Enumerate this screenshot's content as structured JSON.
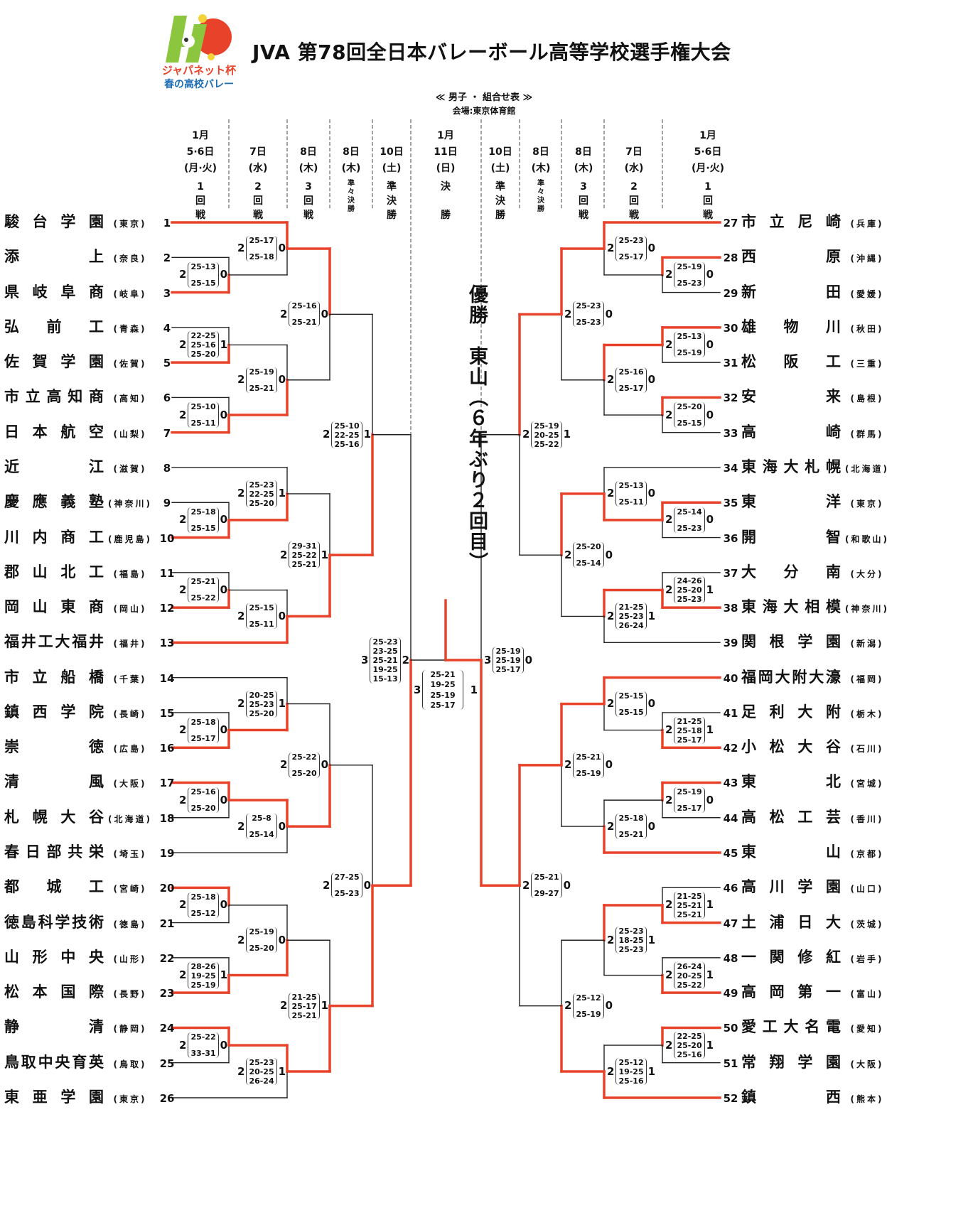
{
  "header": {
    "logo_text_1": "ジャパネット杯",
    "logo_text_2": "春の高校バレー",
    "title": "JVA 第78回全日本バレーボール高等学校選手権大会",
    "section": "≪ 男子 ・ 組合せ表 ≫",
    "venue": "会場:東京体育館"
  },
  "colors": {
    "winner_line": "#e8432a",
    "loser_line": "#222222",
    "logo_green": "#8cc63f",
    "logo_red": "#e8432a"
  },
  "columns": [
    {
      "month": "1月",
      "date": "5·6日",
      "dow": "(月·火)",
      "round": "1回戦"
    },
    {
      "month": "",
      "date": "7日",
      "dow": "(水)",
      "round": "2回戦"
    },
    {
      "month": "",
      "date": "8日",
      "dow": "(木)",
      "round": "3回戦"
    },
    {
      "month": "",
      "date": "8日",
      "dow": "(木)",
      "round": "準々決勝"
    },
    {
      "month": "",
      "date": "10日",
      "dow": "(土)",
      "round": "準決勝"
    },
    {
      "month": "1月",
      "date": "11日",
      "dow": "(日)",
      "round": "決勝"
    },
    {
      "month": "",
      "date": "10日",
      "dow": "(土)",
      "round": "準決勝"
    },
    {
      "month": "",
      "date": "8日",
      "dow": "(木)",
      "round": "準々決勝"
    },
    {
      "month": "",
      "date": "8日",
      "dow": "(木)",
      "round": "3回戦"
    },
    {
      "month": "",
      "date": "7日",
      "dow": "(水)",
      "round": "2回戦"
    },
    {
      "month": "1月",
      "date": "5·6日",
      "dow": "(月·火)",
      "round": "1回戦"
    }
  ],
  "champion": "優勝　東山（６年ぶり２回目）",
  "teams": [
    {
      "no": 1,
      "name": "駿台学園",
      "pref": "東京"
    },
    {
      "no": 2,
      "name": "添　　上",
      "pref": "奈良"
    },
    {
      "no": 3,
      "name": "県岐阜商",
      "pref": "岐阜"
    },
    {
      "no": 4,
      "name": "弘　前　工",
      "pref": "青森"
    },
    {
      "no": 5,
      "name": "佐賀学園",
      "pref": "佐賀"
    },
    {
      "no": 6,
      "name": "市立高知商",
      "pref": "高知"
    },
    {
      "no": 7,
      "name": "日本航空",
      "pref": "山梨"
    },
    {
      "no": 8,
      "name": "近　　江",
      "pref": "滋賀"
    },
    {
      "no": 9,
      "name": "慶應義塾",
      "pref": "神奈川"
    },
    {
      "no": 10,
      "name": "川内商工",
      "pref": "鹿児島"
    },
    {
      "no": 11,
      "name": "郡山北工",
      "pref": "福島"
    },
    {
      "no": 12,
      "name": "岡山東商",
      "pref": "岡山"
    },
    {
      "no": 13,
      "name": "福井工大福井",
      "pref": "福井"
    },
    {
      "no": 14,
      "name": "市立船橋",
      "pref": "千葉"
    },
    {
      "no": 15,
      "name": "鎮西学院",
      "pref": "長崎"
    },
    {
      "no": 16,
      "name": "崇　　徳",
      "pref": "広島"
    },
    {
      "no": 17,
      "name": "清　　風",
      "pref": "大阪"
    },
    {
      "no": 18,
      "name": "札幌大谷",
      "pref": "北海道"
    },
    {
      "no": 19,
      "name": "春日部共栄",
      "pref": "埼玉"
    },
    {
      "no": 20,
      "name": "都　城　工",
      "pref": "宮崎"
    },
    {
      "no": 21,
      "name": "徳島科学技術",
      "pref": "徳島"
    },
    {
      "no": 22,
      "name": "山形中央",
      "pref": "山形"
    },
    {
      "no": 23,
      "name": "松本国際",
      "pref": "長野"
    },
    {
      "no": 24,
      "name": "静　　清",
      "pref": "静岡"
    },
    {
      "no": 25,
      "name": "鳥取中央育英",
      "pref": "鳥取"
    },
    {
      "no": 26,
      "name": "東亜学園",
      "pref": "東京"
    },
    {
      "no": 27,
      "name": "市立尼崎",
      "pref": "兵庫"
    },
    {
      "no": 28,
      "name": "西　　原",
      "pref": "沖縄"
    },
    {
      "no": 29,
      "name": "新　　田",
      "pref": "愛媛"
    },
    {
      "no": 30,
      "name": "雄　物　川",
      "pref": "秋田"
    },
    {
      "no": 31,
      "name": "松　阪　工",
      "pref": "三重"
    },
    {
      "no": 32,
      "name": "安　　来",
      "pref": "島根"
    },
    {
      "no": 33,
      "name": "高　　崎",
      "pref": "群馬"
    },
    {
      "no": 34,
      "name": "東海大札幌",
      "pref": "北海道"
    },
    {
      "no": 35,
      "name": "東　　洋",
      "pref": "東京"
    },
    {
      "no": 36,
      "name": "開　　智",
      "pref": "和歌山"
    },
    {
      "no": 37,
      "name": "大　分　南",
      "pref": "大分"
    },
    {
      "no": 38,
      "name": "東海大相模",
      "pref": "神奈川"
    },
    {
      "no": 39,
      "name": "関根学園",
      "pref": "新潟"
    },
    {
      "no": 40,
      "name": "福岡大附大濠",
      "pref": "福岡"
    },
    {
      "no": 41,
      "name": "足利大附",
      "pref": "栃木"
    },
    {
      "no": 42,
      "name": "小松大谷",
      "pref": "石川"
    },
    {
      "no": 43,
      "name": "東　　北",
      "pref": "宮城"
    },
    {
      "no": 44,
      "name": "高松工芸",
      "pref": "香川"
    },
    {
      "no": 45,
      "name": "東　　山",
      "pref": "京都"
    },
    {
      "no": 46,
      "name": "高川学園",
      "pref": "山口"
    },
    {
      "no": 47,
      "name": "土浦日大",
      "pref": "茨城"
    },
    {
      "no": 48,
      "name": "一関修紅",
      "pref": "岩手"
    },
    {
      "no": 49,
      "name": "高岡第一",
      "pref": "富山"
    },
    {
      "no": 50,
      "name": "愛工大名電",
      "pref": "愛知"
    },
    {
      "no": 51,
      "name": "常翔学園",
      "pref": "大阪"
    },
    {
      "no": 52,
      "name": "鎮　　西",
      "pref": "熊本"
    }
  ],
  "matches": [
    {
      "id": "L1a",
      "a": 2,
      "b": 3,
      "w": 3,
      "sets": [
        "25-13",
        "25-15"
      ],
      "won": 2,
      "lost": 0
    },
    {
      "id": "L1b",
      "a": 4,
      "b": 5,
      "w": 5,
      "sets": [
        "22-25",
        "25-16",
        "25-20"
      ],
      "won": 2,
      "lost": 1
    },
    {
      "id": "L1c",
      "a": 6,
      "b": 7,
      "w": 7,
      "sets": [
        "25-10",
        "25-11"
      ],
      "won": 2,
      "lost": 0
    },
    {
      "id": "L1d",
      "a": 9,
      "b": 10,
      "w": 10,
      "sets": [
        "25-18",
        "25-15"
      ],
      "won": 2,
      "lost": 0
    },
    {
      "id": "L1e",
      "a": 11,
      "b": 12,
      "w": 12,
      "sets": [
        "25-21",
        "25-22"
      ],
      "won": 2,
      "lost": 0
    },
    {
      "id": "L1f",
      "a": 15,
      "b": 16,
      "w": 16,
      "sets": [
        "25-18",
        "25-17"
      ],
      "won": 2,
      "lost": 0
    },
    {
      "id": "L1g",
      "a": 17,
      "b": 18,
      "w": 17,
      "sets": [
        "25-16",
        "25-20"
      ],
      "won": 2,
      "lost": 0
    },
    {
      "id": "L1h",
      "a": 20,
      "b": 21,
      "w": 20,
      "sets": [
        "25-18",
        "25-12"
      ],
      "won": 2,
      "lost": 0
    },
    {
      "id": "L1i",
      "a": 22,
      "b": 23,
      "w": 23,
      "sets": [
        "28-26",
        "19-25",
        "25-19"
      ],
      "won": 2,
      "lost": 1
    },
    {
      "id": "L1j",
      "a": 24,
      "b": 25,
      "w": 24,
      "sets": [
        "25-22",
        "33-31"
      ],
      "won": 2,
      "lost": 0
    },
    {
      "id": "L2a",
      "w": 1,
      "sets": [
        "25-17",
        "25-18"
      ],
      "won": 2,
      "lost": 0
    },
    {
      "id": "L2b",
      "w": 7,
      "sets": [
        "25-19",
        "25-21"
      ],
      "won": 2,
      "lost": 0
    },
    {
      "id": "L2c",
      "w": 10,
      "sets": [
        "25-23",
        "22-25",
        "25-20"
      ],
      "won": 2,
      "lost": 1
    },
    {
      "id": "L2d",
      "w": 13,
      "sets": [
        "25-15",
        "25-11"
      ],
      "won": 2,
      "lost": 0
    },
    {
      "id": "L2e",
      "w": 16,
      "sets": [
        "20-25",
        "25-23",
        "25-20"
      ],
      "won": 2,
      "lost": 1
    },
    {
      "id": "L2f",
      "w": 17,
      "sets": [
        "25-8",
        "25-14"
      ],
      "won": 2,
      "lost": 0
    },
    {
      "id": "L2g",
      "w": 23,
      "sets": [
        "25-19",
        "25-20"
      ],
      "won": 2,
      "lost": 0
    },
    {
      "id": "L2h",
      "w": 24,
      "sets": [
        "25-23",
        "20-25",
        "26-24"
      ],
      "won": 2,
      "lost": 1
    },
    {
      "id": "L3a",
      "w": 1,
      "sets": [
        "25-16",
        "25-21"
      ],
      "won": 2,
      "lost": 0
    },
    {
      "id": "L3b",
      "w": 13,
      "sets": [
        "29-31",
        "25-22",
        "25-21"
      ],
      "won": 2,
      "lost": 1
    },
    {
      "id": "L3c",
      "w": 17,
      "sets": [
        "25-22",
        "25-20"
      ],
      "won": 2,
      "lost": 0
    },
    {
      "id": "L3d",
      "w": 24,
      "sets": [
        "21-25",
        "25-17",
        "25-21"
      ],
      "won": 2,
      "lost": 1
    },
    {
      "id": "LQa",
      "w": 13,
      "sets": [
        "25-10",
        "22-25",
        "25-16"
      ],
      "won": 2,
      "lost": 1
    },
    {
      "id": "LQb",
      "w": 24,
      "sets": [
        "27-25",
        "25-23"
      ],
      "won": 2,
      "lost": 0
    },
    {
      "id": "LSF",
      "w": 24,
      "sets": [
        "25-23",
        "23-25",
        "25-21",
        "19-25",
        "15-13"
      ],
      "won": 3,
      "lost": 2
    },
    {
      "id": "R1a",
      "a": 28,
      "b": 29,
      "w": 28,
      "sets": [
        "25-19",
        "25-23"
      ],
      "won": 2,
      "lost": 0
    },
    {
      "id": "R1b",
      "a": 30,
      "b": 31,
      "w": 30,
      "sets": [
        "25-13",
        "25-19"
      ],
      "won": 2,
      "lost": 0
    },
    {
      "id": "R1c",
      "a": 32,
      "b": 33,
      "w": 32,
      "sets": [
        "25-20",
        "25-15"
      ],
      "won": 2,
      "lost": 0
    },
    {
      "id": "R1d",
      "a": 35,
      "b": 36,
      "w": 35,
      "sets": [
        "25-14",
        "25-23"
      ],
      "won": 2,
      "lost": 0
    },
    {
      "id": "R1e",
      "a": 37,
      "b": 38,
      "w": 38,
      "sets": [
        "24-26",
        "25-20",
        "25-23"
      ],
      "won": 2,
      "lost": 1
    },
    {
      "id": "R1f",
      "a": 41,
      "b": 42,
      "w": 42,
      "sets": [
        "21-25",
        "25-18",
        "25-17"
      ],
      "won": 2,
      "lost": 1
    },
    {
      "id": "R1g",
      "a": 43,
      "b": 44,
      "w": 43,
      "sets": [
        "25-19",
        "25-17"
      ],
      "won": 2,
      "lost": 0
    },
    {
      "id": "R1h",
      "a": 46,
      "b": 47,
      "w": 47,
      "sets": [
        "21-25",
        "25-21",
        "25-21"
      ],
      "won": 2,
      "lost": 1
    },
    {
      "id": "R1i",
      "a": 48,
      "b": 49,
      "w": 49,
      "sets": [
        "26-24",
        "20-25",
        "25-22"
      ],
      "won": 2,
      "lost": 1
    },
    {
      "id": "R1j",
      "a": 50,
      "b": 51,
      "w": 50,
      "sets": [
        "22-25",
        "25-20",
        "25-16"
      ],
      "won": 2,
      "lost": 1
    },
    {
      "id": "R2a",
      "w": 27,
      "sets": [
        "25-23",
        "25-17"
      ],
      "won": 2,
      "lost": 0
    },
    {
      "id": "R2b",
      "w": 30,
      "sets": [
        "25-16",
        "25-17"
      ],
      "won": 2,
      "lost": 0
    },
    {
      "id": "R2c",
      "w": 35,
      "sets": [
        "25-13",
        "25-11"
      ],
      "won": 2,
      "lost": 0
    },
    {
      "id": "R2d",
      "w": 38,
      "sets": [
        "21-25",
        "25-23",
        "26-24"
      ],
      "won": 2,
      "lost": 1
    },
    {
      "id": "R2e",
      "w": 40,
      "sets": [
        "25-15",
        "25-15"
      ],
      "won": 2,
      "lost": 0
    },
    {
      "id": "R2f",
      "w": 45,
      "sets": [
        "25-18",
        "25-21"
      ],
      "won": 2,
      "lost": 0
    },
    {
      "id": "R2g",
      "w": 47,
      "sets": [
        "25-23",
        "18-25",
        "25-23"
      ],
      "won": 2,
      "lost": 1
    },
    {
      "id": "R2h",
      "w": 52,
      "sets": [
        "25-12",
        "19-25",
        "25-16"
      ],
      "won": 2,
      "lost": 1
    },
    {
      "id": "R3a",
      "w": 27,
      "sets": [
        "25-23",
        "25-23"
      ],
      "won": 2,
      "lost": 0
    },
    {
      "id": "R3b",
      "w": 35,
      "sets": [
        "25-20",
        "25-14"
      ],
      "won": 2,
      "lost": 0
    },
    {
      "id": "R3c",
      "w": 40,
      "sets": [
        "25-21",
        "25-19"
      ],
      "won": 2,
      "lost": 0
    },
    {
      "id": "R3d",
      "w": 52,
      "sets": [
        "25-12",
        "25-19"
      ],
      "won": 2,
      "lost": 0
    },
    {
      "id": "RQa",
      "w": 27,
      "sets": [
        "25-19",
        "20-25",
        "25-22"
      ],
      "won": 2,
      "lost": 1
    },
    {
      "id": "RQb",
      "w": 45,
      "sets": [
        "25-21",
        "29-27"
      ],
      "won": 2,
      "lost": 0
    },
    {
      "id": "RSF",
      "w": 45,
      "sets": [
        "25-19",
        "25-19",
        "25-17"
      ],
      "won": 3,
      "lost": 0
    },
    {
      "id": "F",
      "w": 45,
      "sets": [
        "25-21",
        "19-25",
        "25-19",
        "25-17"
      ],
      "won": 3,
      "lost": 1
    }
  ]
}
